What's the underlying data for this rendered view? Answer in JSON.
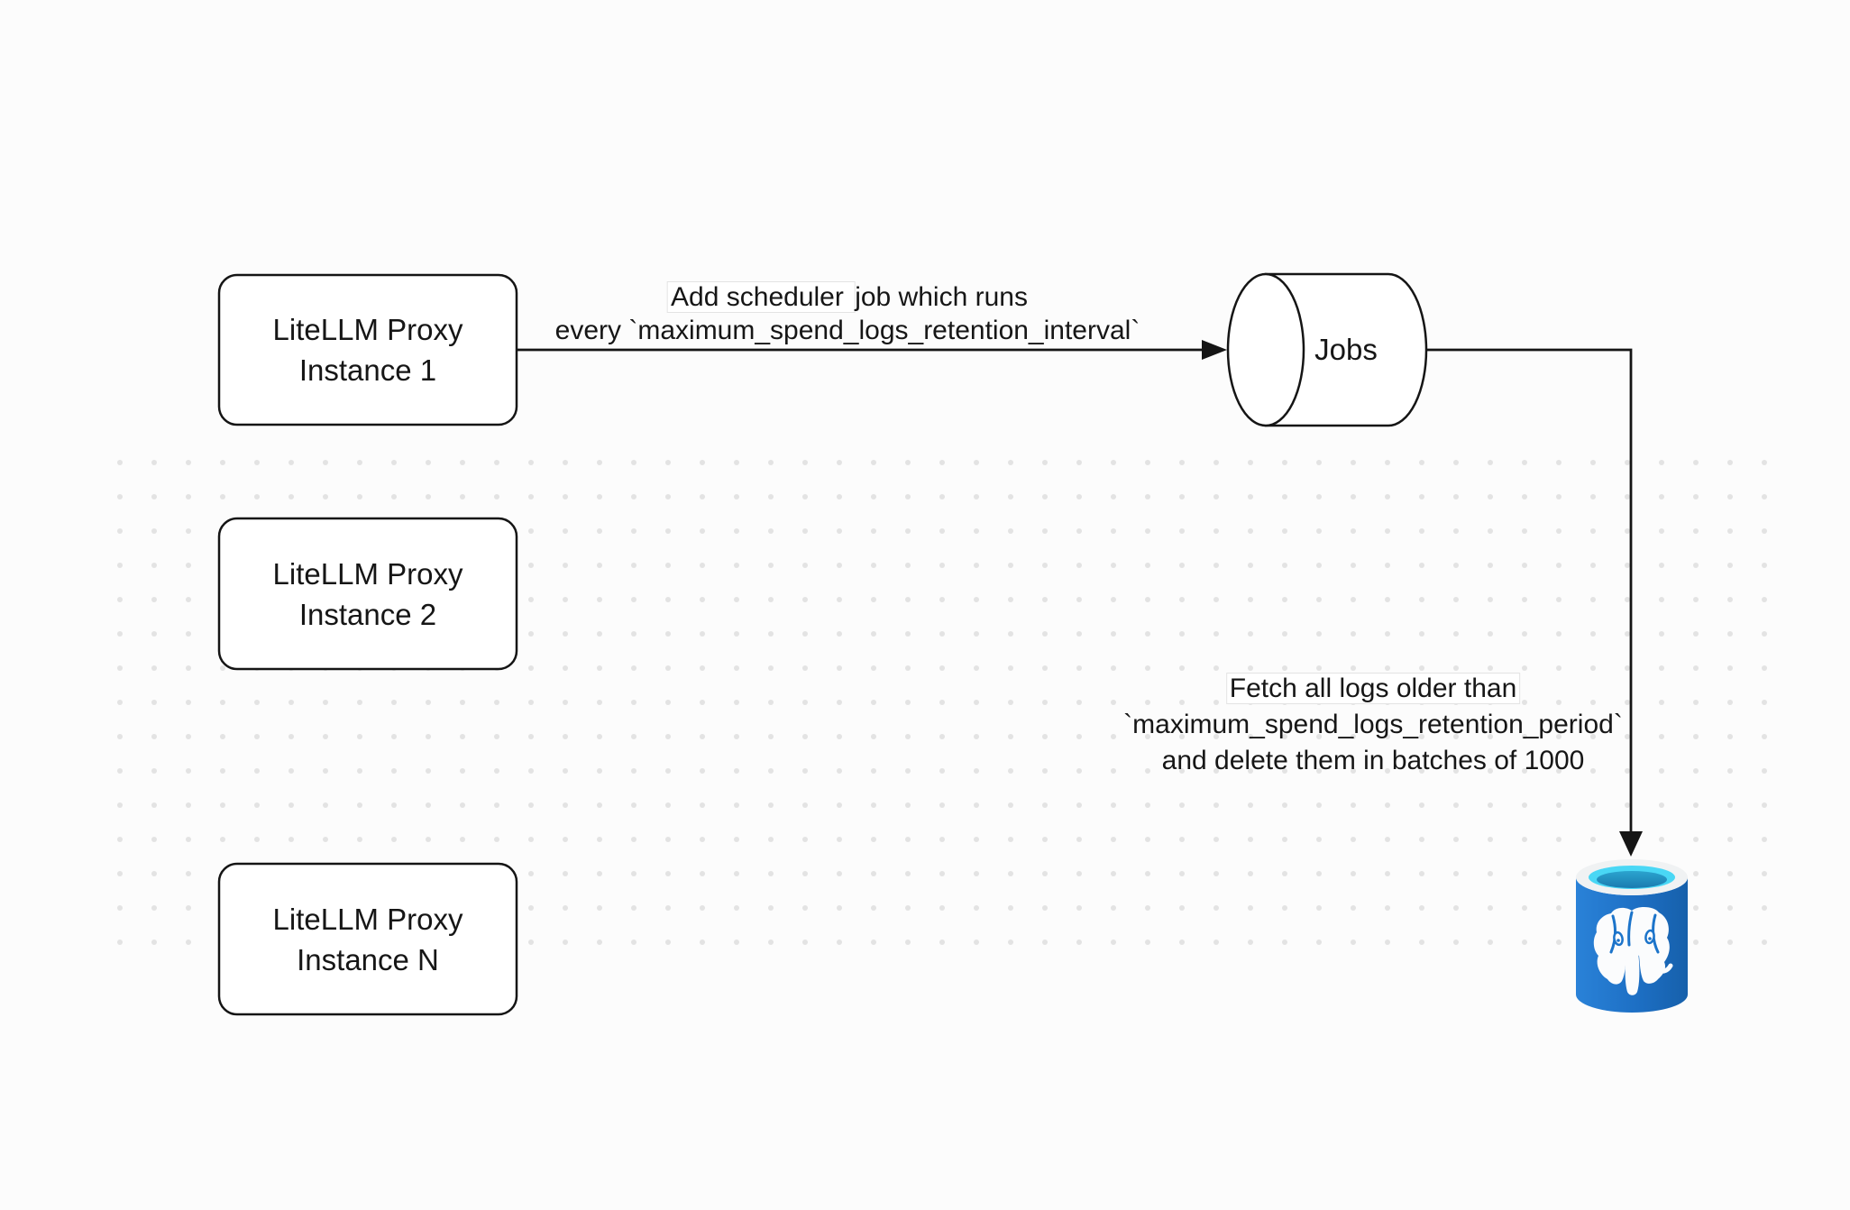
{
  "canvas": {
    "background": "#fcfcfc"
  },
  "nodes": {
    "proxy1": {
      "line1": "LiteLLM Proxy",
      "line2": "Instance 1"
    },
    "proxy2": {
      "line1": "LiteLLM Proxy",
      "line2": "Instance 2"
    },
    "proxyN": {
      "line1": "LiteLLM Proxy",
      "line2": "Instance N"
    },
    "jobs": {
      "label": "Jobs"
    },
    "postgres": {
      "icon": "postgresql-database-icon"
    }
  },
  "edges": {
    "scheduler": {
      "line1_boxed": "Add scheduler ",
      "line1_rest": "job which runs",
      "line2": "every `maximum_spend_logs_retention_interval`"
    },
    "cleanup": {
      "line1": "Fetch all logs older than",
      "line2": "`maximum_spend_logs_retention_period`",
      "line3": "and delete them in batches of 1000"
    }
  },
  "colors": {
    "stroke": "#151515",
    "node_fill": "#ffffff",
    "dot_grid": "#e3e3e3",
    "label_box_border": "#e3e3e3",
    "postgres_body_light": "#2a82d8",
    "postgres_body_dark": "#1660ab",
    "postgres_rim": "#f0f2f3",
    "postgres_cyan": "#49d7f5",
    "postgres_opening": "#1e86ba",
    "elephant_white": "#fbfcfd"
  }
}
